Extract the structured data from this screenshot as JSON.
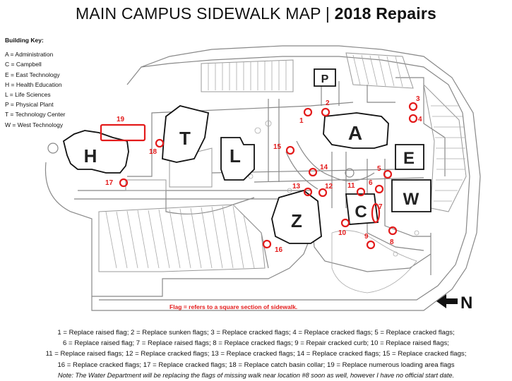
{
  "title": {
    "main": "MAIN CAMPUS SIDEWALK MAP |",
    "bold": "2018 Repairs"
  },
  "building_key": {
    "title": "Building Key:",
    "items": [
      "A = Administration",
      "C = Campbell",
      "E = East Technology",
      "H = Health Education",
      "L = Life Sciences",
      "P = Physical Plant",
      "T = Technology Center",
      "W = West Technology"
    ]
  },
  "buildings": [
    "H",
    "T",
    "L",
    "A",
    "E",
    "W",
    "Z",
    "C",
    "P"
  ],
  "flags": [
    "1",
    "2",
    "3",
    "4",
    "5",
    "6",
    "7",
    "8",
    "9",
    "10",
    "11",
    "12",
    "13",
    "14",
    "15",
    "16",
    "17",
    "18",
    "19"
  ],
  "flag_note": "Flag = refers to a square section of sidewalk.",
  "north_label": "N",
  "legend": {
    "lines": [
      "1 = Replace raised flag; 2 = Replace sunken flags; 3 = Replace cracked flags; 4 = Replace cracked flags; 5 = Replace cracked flags;",
      "6 = Replace raised flag; 7 = Replace raised flags; 8 = Replace cracked flags; 9 = Repair cracked curb; 10 = Replace raised flags;",
      "11 = Replace raised flags; 12 = Replace cracked flags; 13 = Replace cracked flags; 14 = Replace cracked flags; 15 = Replace cracked flags;",
      "16 = Replace cracked flags; 17 = Replace cracked flags; 18 = Replace catch basin collar; 19 = Replace numerous loading area flags"
    ],
    "note": "Note:  The Water Department will be replacing the flags of missing walk near location #8 soon as well, however I have no official start date."
  },
  "colors": {
    "flag_red": "#e31b1b",
    "building_fill": "#ffffff",
    "building_stroke": "#111111",
    "walk_stroke": "#888888"
  }
}
